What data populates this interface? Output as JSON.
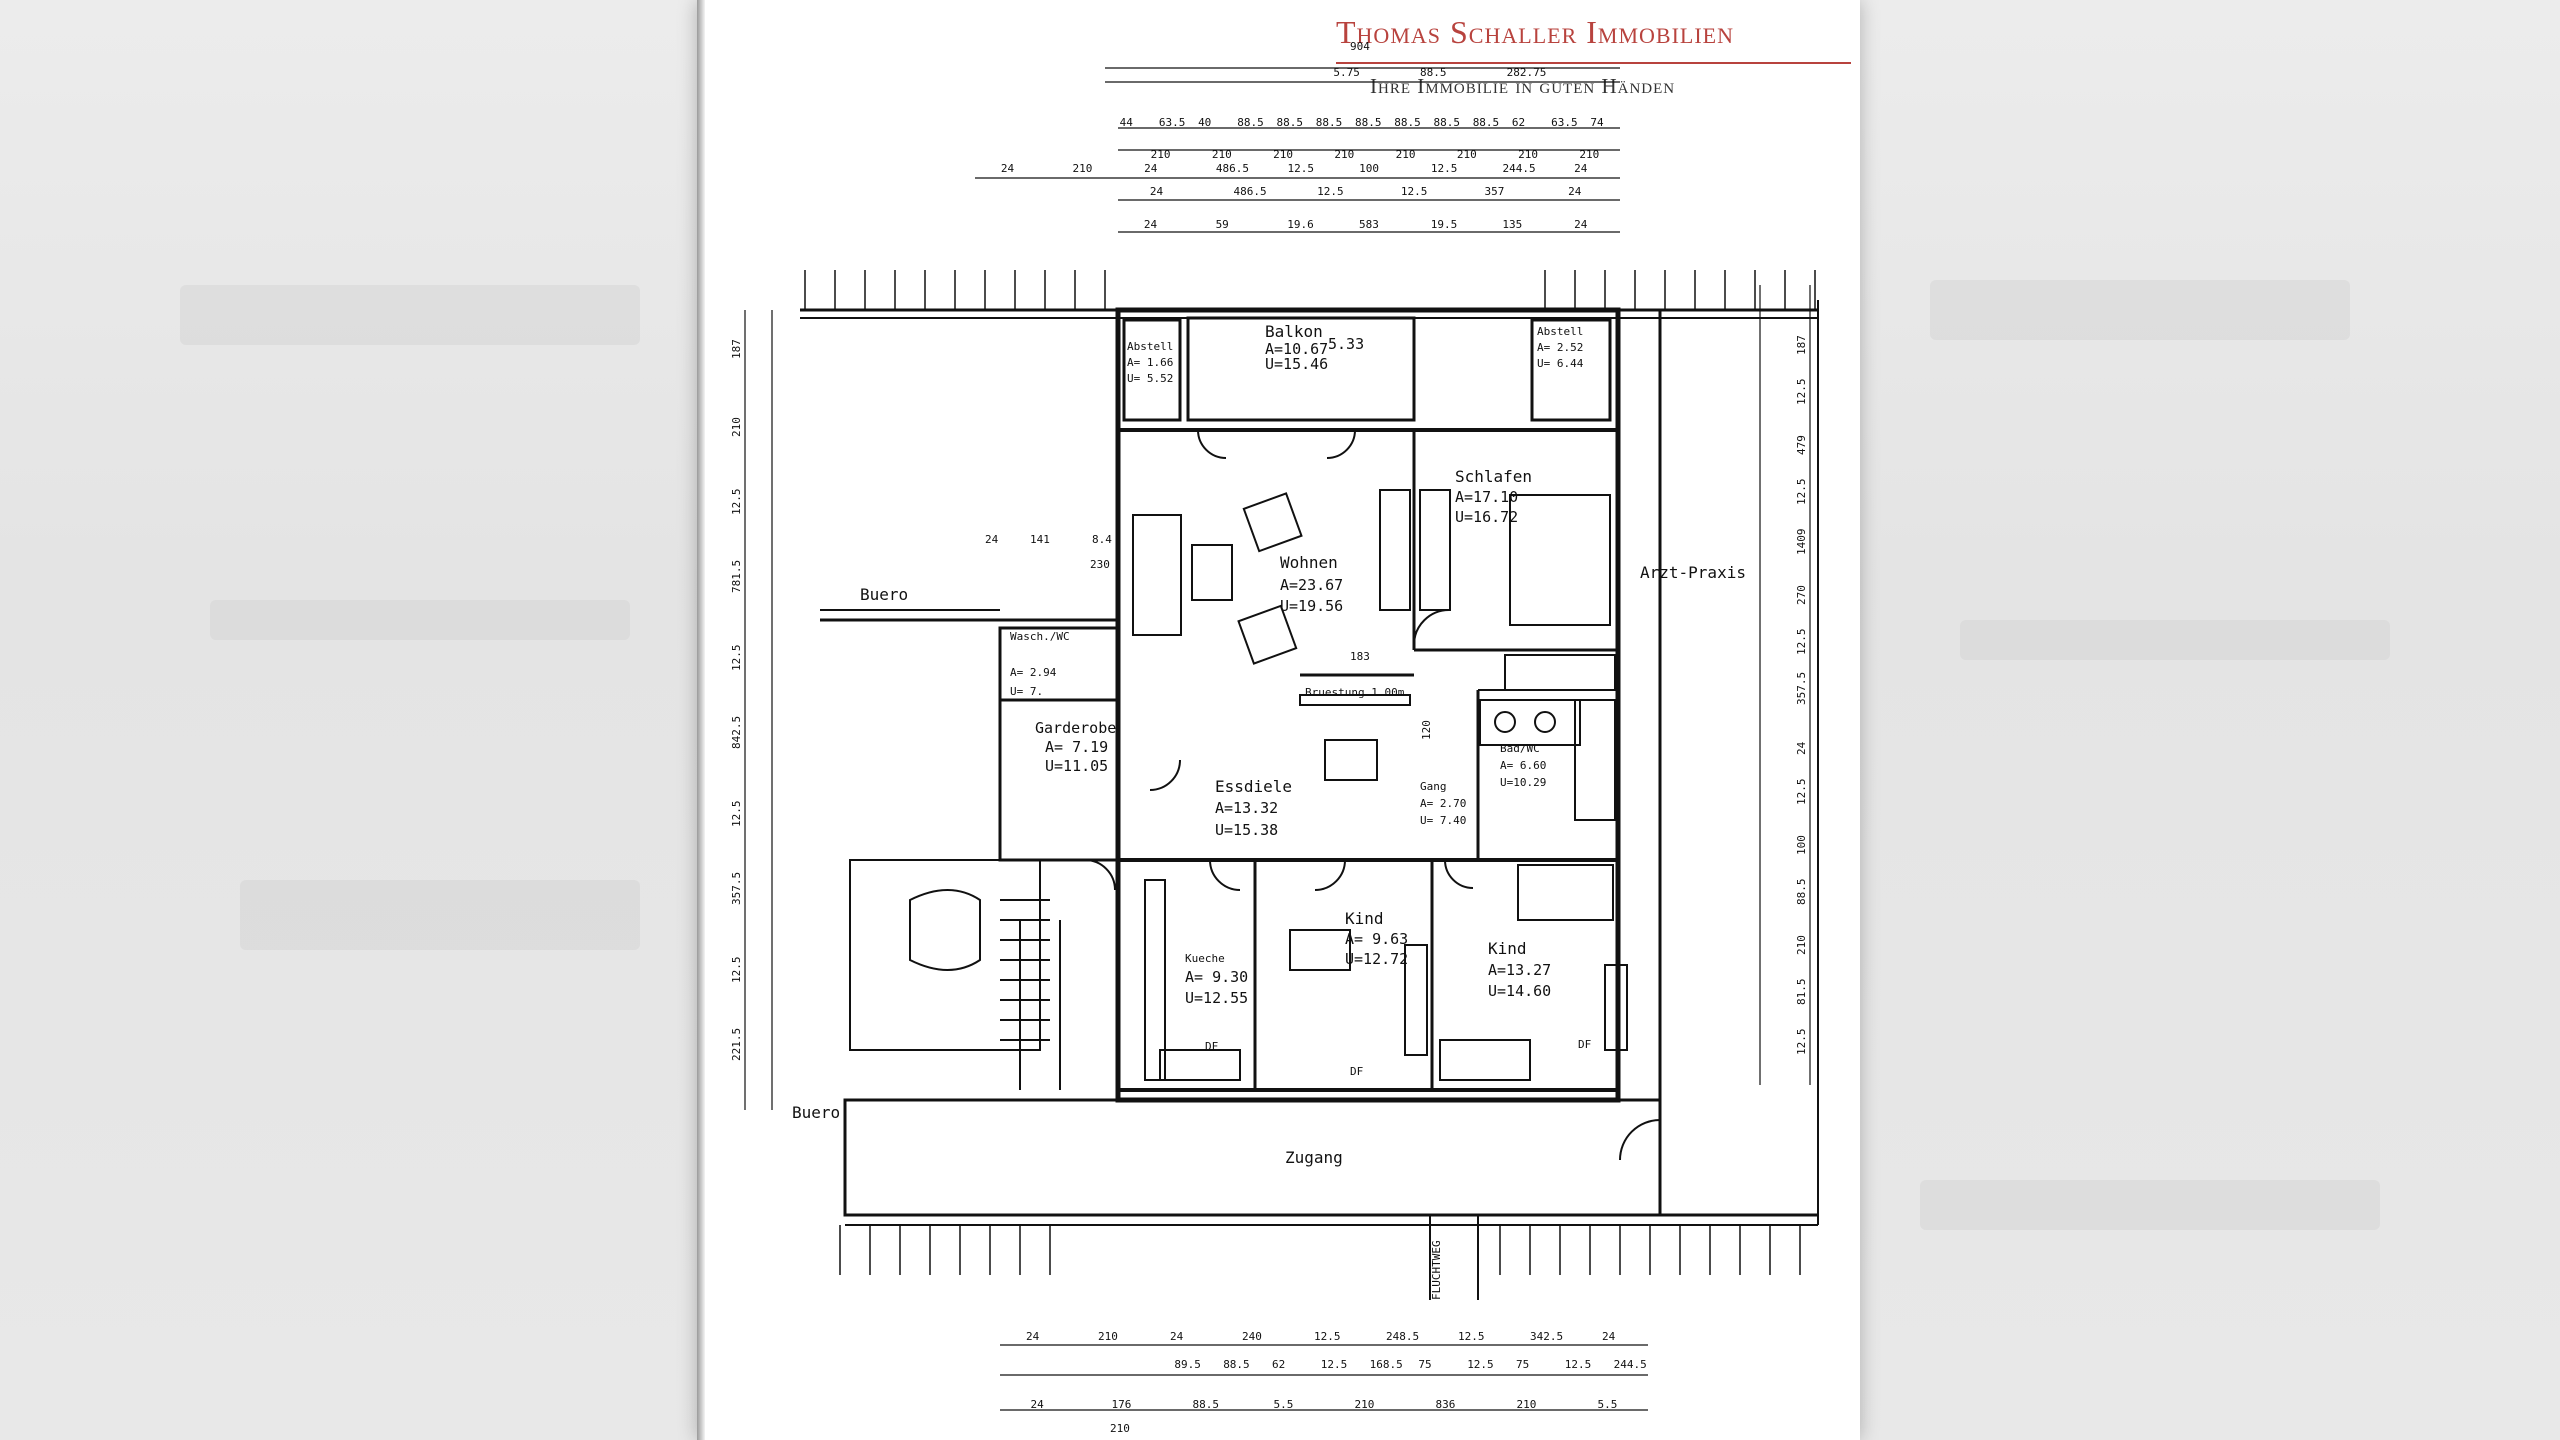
{
  "brand": {
    "name": "Thomas Schaller Immobilien",
    "tagline": "Ihre Immobilie in guten Händen",
    "color": "#b8433e"
  },
  "rooms": [
    {
      "key": "balkon",
      "name": "Balkon",
      "a": "A=10.67",
      "u": "U=15.46",
      "note": "5.33"
    },
    {
      "key": "abstell_l",
      "name": "Abstell",
      "a": "A= 1.66",
      "u": "U= 5.52"
    },
    {
      "key": "abstell_r",
      "name": "Abstell",
      "a": "A= 2.52",
      "u": "U= 6.44"
    },
    {
      "key": "schlafen",
      "name": "Schlafen",
      "a": "A=17.10",
      "u": "U=16.72"
    },
    {
      "key": "wohnen",
      "name": "Wohnen",
      "a": "A=23.67",
      "u": "U=19.56"
    },
    {
      "key": "wasch",
      "name": "Wasch./WC",
      "a": "A= 2.94",
      "u": "U= 7."
    },
    {
      "key": "garderobe",
      "name": "Garderobe",
      "a": "A= 7.19",
      "u": "U=11.05"
    },
    {
      "key": "essdiele",
      "name": "Essdiele",
      "a": "A=13.32",
      "u": "U=15.38"
    },
    {
      "key": "gang",
      "name": "Gang",
      "a": "A= 2.70",
      "u": "U= 7.40"
    },
    {
      "key": "bad",
      "name": "Bad/WC",
      "a": "A= 6.60",
      "u": "U=10.29"
    },
    {
      "key": "kueche",
      "name": "Kueche",
      "a": "A= 9.30",
      "u": "U=12.55"
    },
    {
      "key": "kind1",
      "name": "Kind",
      "a": "A= 9.63",
      "u": "U=12.72"
    },
    {
      "key": "kind2",
      "name": "Kind",
      "a": "A=13.27",
      "u": "U=14.60"
    }
  ],
  "labels": {
    "buero_top": "Buero",
    "buero_bottom": "Buero",
    "arzt": "Arzt-Praxis",
    "zugang": "Zugang",
    "fluchtweg": "FLUCHTWEG",
    "bruestung": "Bruestung 1.00m",
    "df1": "DF",
    "df2": "DF",
    "df3": "DF",
    "n183": "183",
    "n120": "120",
    "n230": "230",
    "n24a": "24",
    "n141": "141",
    "n84": "8.4"
  },
  "dims": {
    "top1": [
      "904"
    ],
    "top2": [
      "5.75",
      "88.5",
      "282.75"
    ],
    "top3": [
      "44",
      "63.5",
      "40",
      "88.5",
      "88.5",
      "88.5",
      "88.5",
      "88.5",
      "88.5",
      "88.5",
      "62",
      "63.5",
      "74"
    ],
    "top4": [
      "210",
      "210",
      "210",
      "210",
      "210",
      "210",
      "210",
      "210"
    ],
    "top5": [
      "24",
      "210",
      "24",
      "486.5",
      "12.5",
      "100",
      "12.5",
      "244.5",
      "24"
    ],
    "top6": [
      "24",
      "486.5",
      "12.5",
      "12.5",
      "357",
      "24"
    ],
    "top7": [
      "24",
      "59",
      "19.6",
      "583",
      "19.5",
      "135",
      "24"
    ],
    "right": [
      "187",
      "12.5",
      "479",
      "12.5",
      "1409",
      "270",
      "12.5",
      "357.5",
      "24",
      "12.5",
      "100",
      "88.5",
      "210",
      "81.5",
      "12.5"
    ],
    "left": [
      "187",
      "210",
      "12.5",
      "781.5",
      "12.5",
      "842.5",
      "12.5",
      "357.5",
      "12.5",
      "221.5"
    ],
    "bottom1": [
      "24",
      "210",
      "24",
      "240",
      "12.5",
      "248.5",
      "12.5",
      "342.5",
      "24"
    ],
    "bottom2": [
      "89.5",
      "88.5",
      "62",
      "12.5",
      "168.5",
      "75",
      "12.5",
      "75",
      "12.5",
      "244.5"
    ],
    "bottom3": [
      "24",
      "176",
      "88.5",
      "5.5",
      "210",
      "836",
      "210",
      "5.5"
    ],
    "bottom4": [
      "210"
    ]
  }
}
